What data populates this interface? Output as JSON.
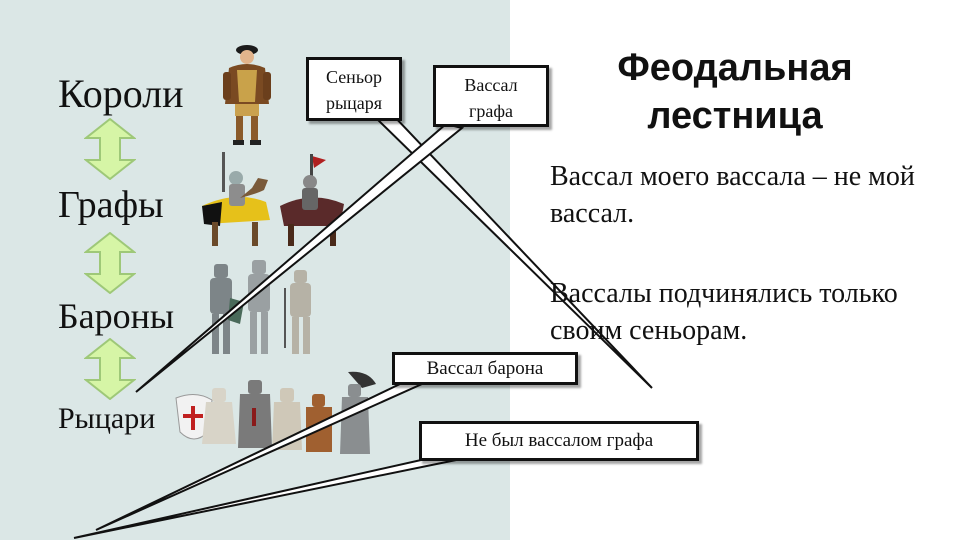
{
  "title_lines": [
    "Феодальная",
    "лестница"
  ],
  "levels": [
    "Короли",
    "Графы",
    "Бароны",
    "Рыцари"
  ],
  "statements": [
    "Вассал моего вассала – не мой вассал.",
    "Вассалы подчинялись только своим сеньорам."
  ],
  "callouts": {
    "senior_line1": "Сеньор",
    "senior_line2": "рыцаря",
    "vassal_count_line1": "Вассал",
    "vassal_count_line2": "графа",
    "vassal_baron": "Вассал барона",
    "not_vassal": "Не был вассалом графа"
  },
  "colors": {
    "panel": "#dbe7e6",
    "arrow_fill": "#d6f5a6",
    "arrow_stroke": "#9ec878"
  },
  "icons": [
    "king-figure-icon",
    "mounted-count-icon",
    "armored-baron-icon",
    "crusader-knight-icon"
  ]
}
